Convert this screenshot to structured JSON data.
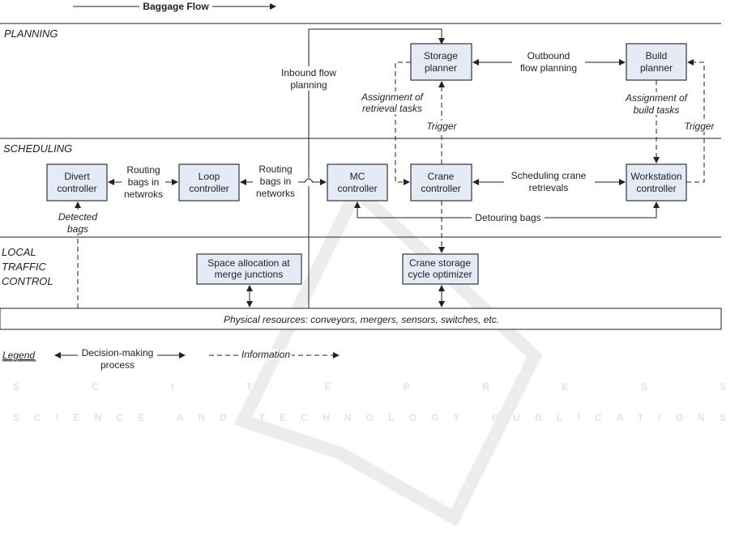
{
  "header": {
    "flow_label": "Baggage Flow"
  },
  "levels": {
    "planning": "PLANNING",
    "scheduling": "SCHEDULING",
    "local": [
      "LOCAL",
      "TRAFFIC",
      "CONTROL"
    ]
  },
  "boxes": {
    "storage_planner": [
      "Storage",
      "planner"
    ],
    "build_planner": [
      "Build",
      "planner"
    ],
    "divert_controller": [
      "Divert",
      "controller"
    ],
    "loop_controller": [
      "Loop",
      "controller"
    ],
    "mc_controller": [
      "MC",
      "controller"
    ],
    "crane_controller": [
      "Crane",
      "controller"
    ],
    "workstation_controller": [
      "Workstation",
      "controller"
    ],
    "space_allocation": [
      "Space allocation at",
      "merge junctions"
    ],
    "crane_optimizer": [
      "Crane storage",
      "cycle optimizer"
    ]
  },
  "labels": {
    "inbound": [
      "Inbound flow",
      "planning"
    ],
    "outbound": [
      "Outbound",
      "flow planning"
    ],
    "assign_retrieval": [
      "Assignment of",
      "retrieval tasks"
    ],
    "assign_build": [
      "Assignment of",
      "build tasks"
    ],
    "trigger_left": "Trigger",
    "trigger_right": "Trigger",
    "routing1": [
      "Routing",
      "bags in",
      "netwroks"
    ],
    "routing2": [
      "Routing",
      "bags in",
      "networks"
    ],
    "scheduling_crane": [
      "Scheduling crane",
      "retrievals"
    ],
    "detouring": "Detouring bags",
    "detected": [
      "Detected",
      "bags"
    ],
    "physical": "Physical resources: conveyors, mergers, sensors, switches, etc."
  },
  "legend": {
    "title": "Legend",
    "decision": [
      "Decision-making",
      "process"
    ],
    "information": "Information"
  },
  "watermark": {
    "main": "SCITEPRESS",
    "sub": "SCIENCE AND TECHNOLOGY PUBLICATIONS"
  }
}
